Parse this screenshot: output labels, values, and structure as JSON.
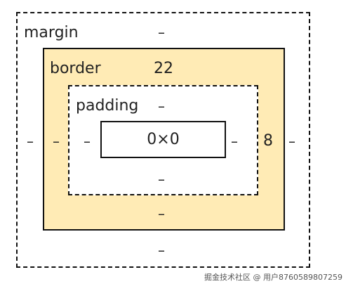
{
  "colors": {
    "border_fill": "#ffebb5",
    "outline": "#111111"
  },
  "margin": {
    "label": "margin",
    "top": "–",
    "right": "–",
    "bottom": "–",
    "left": "–"
  },
  "border": {
    "label": "border",
    "top": "22",
    "right": "8",
    "bottom": "–",
    "left": "–"
  },
  "padding": {
    "label": "padding",
    "top": "–",
    "right": "–",
    "bottom": "–",
    "left": "–"
  },
  "content": {
    "size": "0×0"
  },
  "watermark": "掘金技术社区 @ 用户8760589807259"
}
